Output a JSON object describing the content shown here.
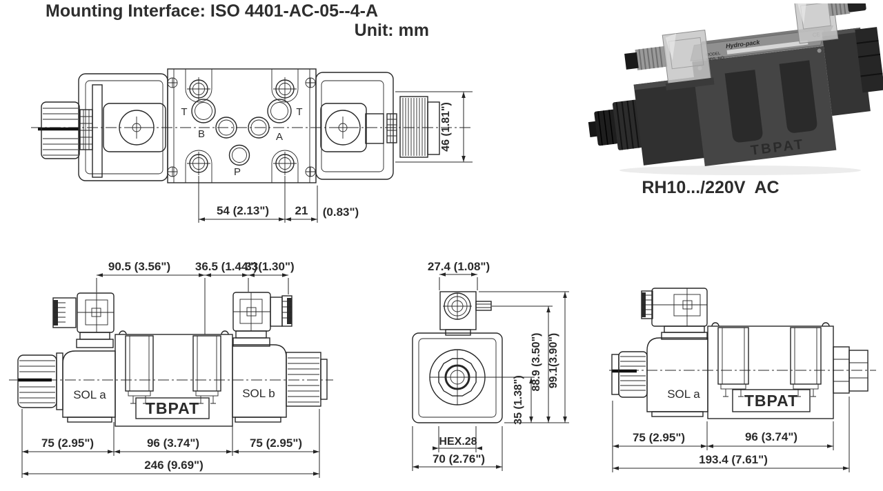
{
  "header": {
    "title": "Mounting Interface: ISO 4401-AC-05--4-A",
    "unit": "Unit: mm"
  },
  "photo": {
    "caption": "RH10.../220V  AC",
    "nameplate_brand": "Hydro-pack",
    "nameplate_model": "MODEL",
    "nameplate_mfg": "MFG. NO:",
    "nameplate_ce": "CE",
    "embossed_brand": "TBPAT"
  },
  "top_view": {
    "ports": {
      "t_left": "T",
      "t_right": "T",
      "b": "B",
      "a": "A",
      "p": "P"
    },
    "dims": {
      "bolt_spacing": "54 (2.13\")",
      "edge_offset": "21",
      "edge_offset_in": "(0.83\")",
      "connector_height": "46 (1.81\")"
    }
  },
  "side_view_double": {
    "labels": {
      "sol_a": "SOL a",
      "sol_b": "SOL b",
      "brand": "TBPAT"
    },
    "dims": {
      "top_left": "90.5 (3.56\")",
      "top_mid": "36.5 (1.44\")",
      "top_right": "33(1.30\")",
      "bottom_left": "75 (2.95\")",
      "bottom_mid": "96 (3.74\")",
      "bottom_right": "75 (2.95\")",
      "overall": "246 (9.69\")"
    }
  },
  "end_view": {
    "dims": {
      "port_width": "27.4 (1.08\")",
      "center_height": "35 (1.38\")",
      "mid_height": "88.9 (3.50\")",
      "overall_height": "99.1(3.90\")",
      "hex": "HEX.28",
      "body_width": "70 (2.76\")"
    }
  },
  "side_view_single": {
    "labels": {
      "sol_a": "SOL a",
      "brand": "TBPAT"
    },
    "dims": {
      "bottom_left": "75 (2.95\")",
      "bottom_mid": "96 (3.74\")",
      "overall": "193.4 (7.61\")"
    }
  }
}
